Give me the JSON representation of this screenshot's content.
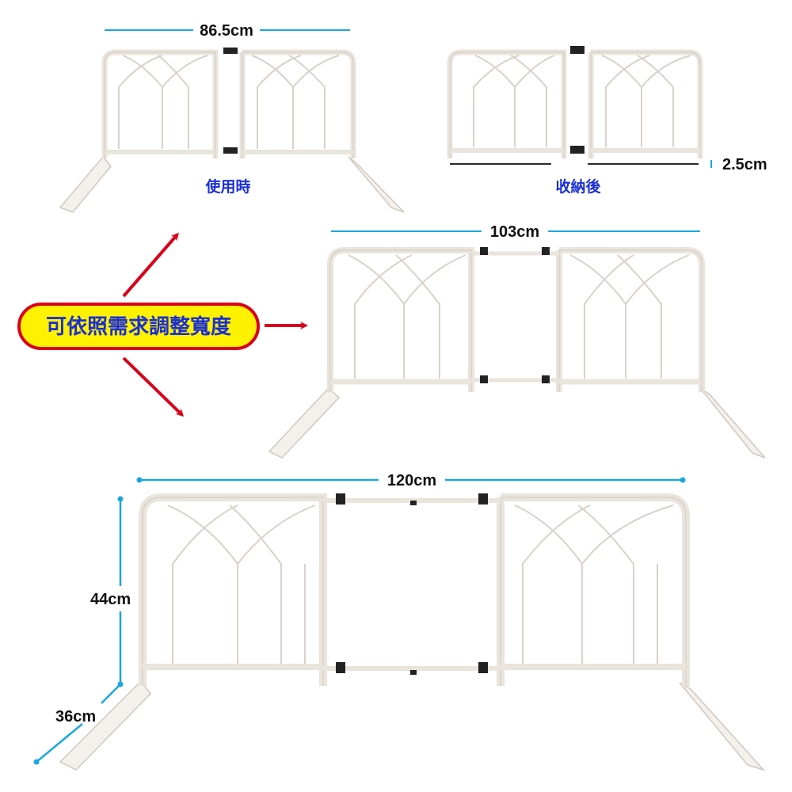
{
  "dimensions": {
    "width_folded": "86.5cm",
    "thickness": "2.5cm",
    "width_mid": "103cm",
    "width_max": "120cm",
    "height": "44cm",
    "depth": "36cm"
  },
  "captions": {
    "in_use": "使用時",
    "stored": "收納後"
  },
  "badge": {
    "text": "可依照需求調整寬度"
  },
  "colors": {
    "dimension_line": "#1aa7e0",
    "frame_fill": "#f4f1ec",
    "frame_stroke": "#cfc8bf",
    "caption_text": "#1a2fd6",
    "badge_fill": "#fff200",
    "badge_border": "#d9001b",
    "arrow": "#d9001b"
  }
}
